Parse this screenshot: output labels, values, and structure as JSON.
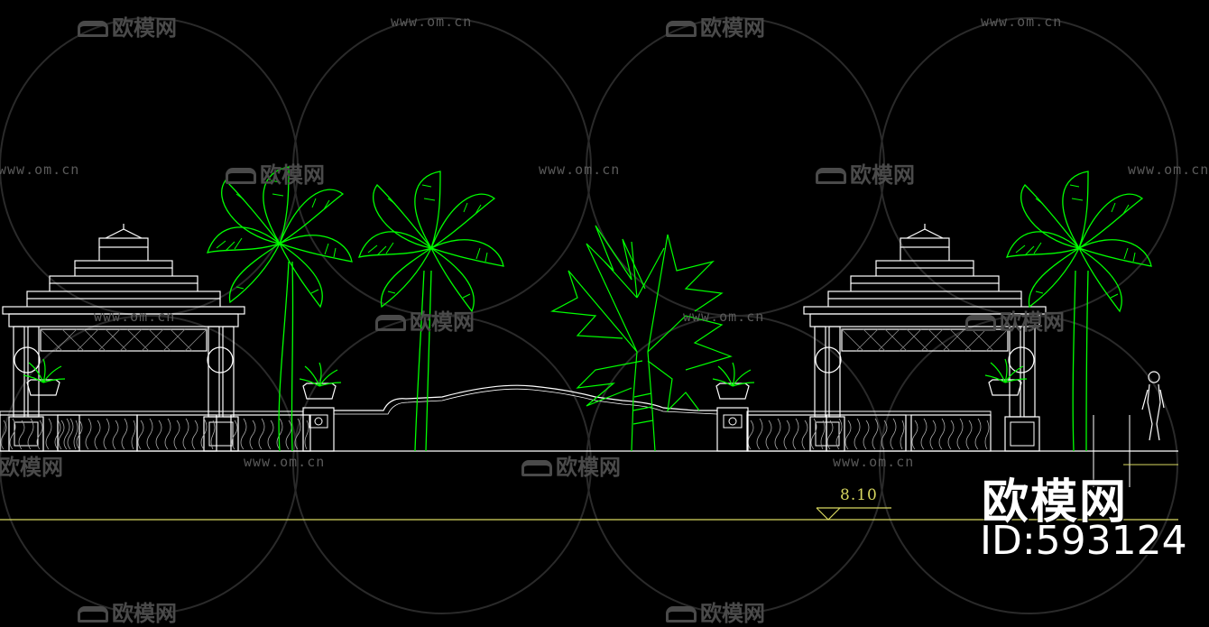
{
  "drawing": {
    "elevation_marker": "8.10",
    "colors": {
      "background": "#000000",
      "structure": "#ffffff",
      "vegetation": "#00ff00",
      "ground_line": "#d8d860",
      "watermark": "#4a4a4a"
    }
  },
  "watermark": {
    "brand": "欧模网",
    "site": "www.om.cn"
  },
  "logo": {
    "brand": "欧模网",
    "id": "ID:593124"
  }
}
